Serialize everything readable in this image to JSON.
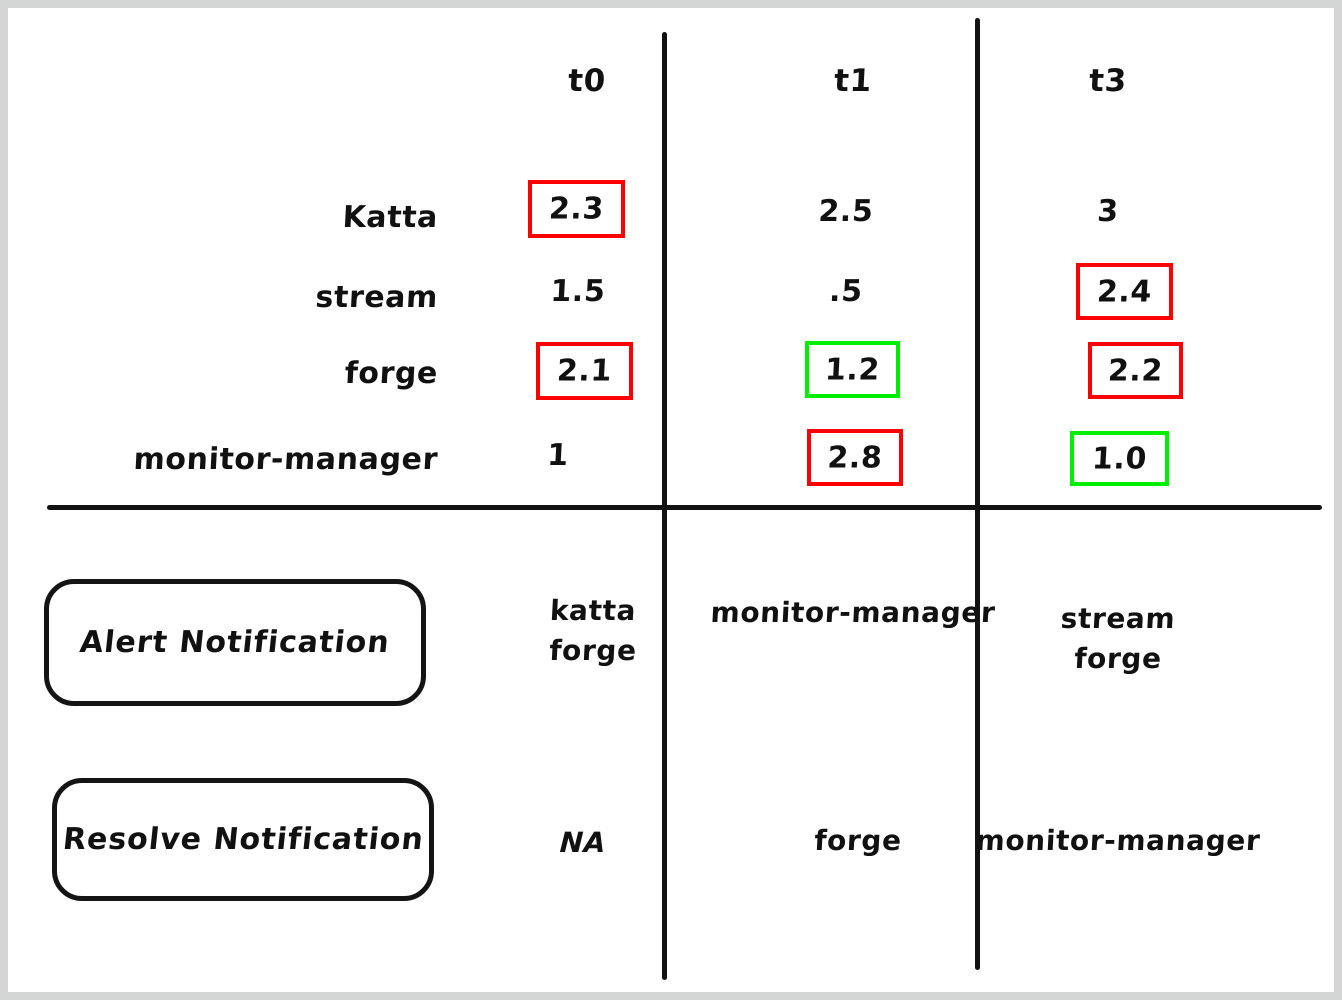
{
  "canvas": {
    "background": "#ffffff",
    "frame_color": "#d4d6d6"
  },
  "colors": {
    "ink": "#111111",
    "alert_highlight": "#ff0000",
    "ok_highlight": "#00ee00"
  },
  "table": {
    "column_headers": [
      "t0",
      "t1",
      "t3"
    ],
    "row_labels": [
      "Katta",
      "stream",
      "forge",
      "monitor-manager"
    ],
    "rows": [
      {
        "label": "Katta",
        "cells": [
          {
            "value": "2.3",
            "highlight": "red"
          },
          {
            "value": "2.5",
            "highlight": "none"
          },
          {
            "value": "3",
            "highlight": "none"
          }
        ]
      },
      {
        "label": "stream",
        "cells": [
          {
            "value": "1.5",
            "highlight": "none"
          },
          {
            "value": ".5",
            "highlight": "none"
          },
          {
            "value": "2.4",
            "highlight": "red"
          }
        ]
      },
      {
        "label": "forge",
        "cells": [
          {
            "value": "2.1",
            "highlight": "red"
          },
          {
            "value": "1.2",
            "highlight": "green"
          },
          {
            "value": "2.2",
            "highlight": "red"
          }
        ]
      },
      {
        "label": "monitor-manager",
        "cells": [
          {
            "value": "1",
            "highlight": "none"
          },
          {
            "value": "2.8",
            "highlight": "red"
          },
          {
            "value": "1.0",
            "highlight": "green"
          }
        ]
      }
    ]
  },
  "notifications": [
    {
      "pill_label": "Alert Notification",
      "values": [
        "katta\nforge",
        "monitor-manager",
        "stream\nforge"
      ],
      "value_t0_line1": "katta",
      "value_t0_line2": "forge",
      "value_t1_line1": "monitor-manager",
      "value_t3_line1": "stream",
      "value_t3_line2": "forge"
    },
    {
      "pill_label": "Resolve Notification",
      "values": [
        "NA",
        "forge",
        "monitor-manager"
      ],
      "value_t0": "NA",
      "value_t1": "forge",
      "value_t3": "monitor-manager"
    }
  ],
  "pills": {
    "alert_label": "Alert Notification",
    "resolve_label": "Resolve Notification"
  }
}
